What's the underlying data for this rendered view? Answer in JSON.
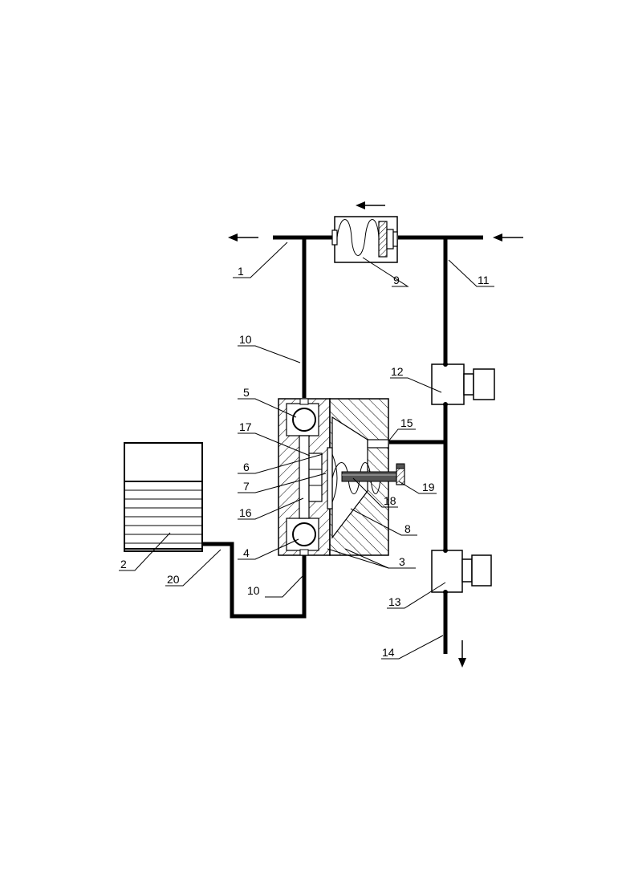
{
  "labels": {
    "l1": "1",
    "l2": "2",
    "l3": "3",
    "l4": "4",
    "l5": "5",
    "l6": "6",
    "l7": "7",
    "l8": "8",
    "l9": "9",
    "l10a": "10",
    "l10b": "10",
    "l11": "11",
    "l12": "12",
    "l13": "13",
    "l14": "14",
    "l15": "15",
    "l16": "16",
    "l17": "17",
    "l18": "18",
    "l19": "19",
    "l20": "20"
  },
  "colors": {
    "line": "#000000",
    "background": "#ffffff",
    "rod": "#555555"
  },
  "icons": {
    "flow_arrow": "arrow-icon"
  }
}
